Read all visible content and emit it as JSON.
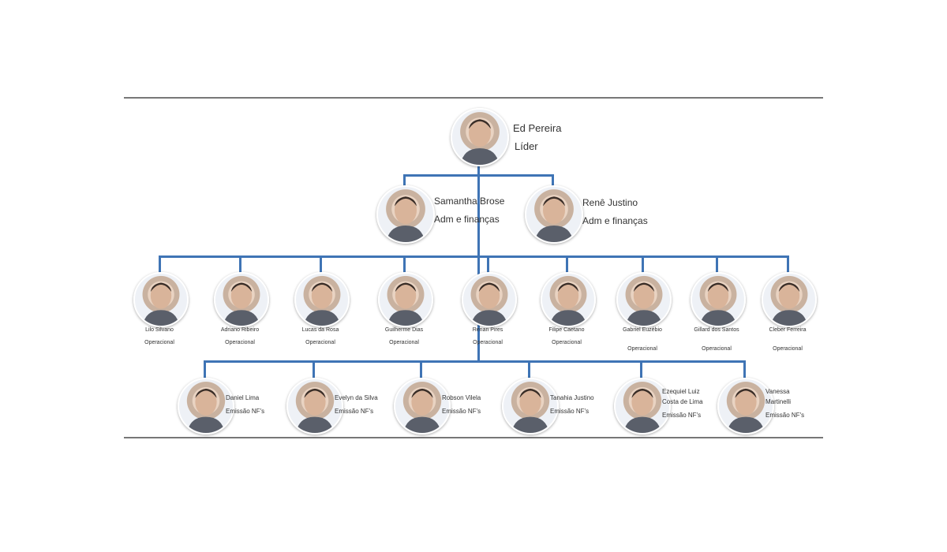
{
  "leader": {
    "name": "Ed Pereira",
    "role": "Líder"
  },
  "admins": [
    {
      "name": "Samantha Brose",
      "role": "Adm e finanças"
    },
    {
      "name": "Renê Justino",
      "role": "Adm e finanças"
    }
  ],
  "operational": [
    {
      "name": "Lilo Silvano",
      "role": "Operacional"
    },
    {
      "name": "Adriano Ribeiro",
      "role": "Operacional"
    },
    {
      "name": "Lucas da Rosa",
      "role": "Operacional"
    },
    {
      "name": "Guilherme Dias",
      "role": "Operacional"
    },
    {
      "name": "Renan Pires",
      "role": "Operacional"
    },
    {
      "name": "Filipe Caetano",
      "role": "Operacional"
    },
    {
      "name": "Gabriel Euzébio",
      "role": "Operacional"
    },
    {
      "name": "Gillard dos Santos",
      "role": "Operacional"
    },
    {
      "name": "Cleber Ferreira",
      "role": "Operacional"
    }
  ],
  "invoicing": [
    {
      "name": "Daniel Lima",
      "role": "Emissão NF's"
    },
    {
      "name": "Evelyn da Silva",
      "role": "Emissão NF's"
    },
    {
      "name": "Robson Vilela",
      "role": "Emissão NF's"
    },
    {
      "name": "Tanahia Justino",
      "role": "Emissão NF's"
    },
    {
      "name": "Ezequiel Luiz Costa de Lima",
      "role": "Emissão NF's"
    },
    {
      "name": "Vanessa Martinelli",
      "role": "Emissão NF's"
    }
  ],
  "colors": {
    "connector": "#3f74b5",
    "rule": "#777777"
  }
}
